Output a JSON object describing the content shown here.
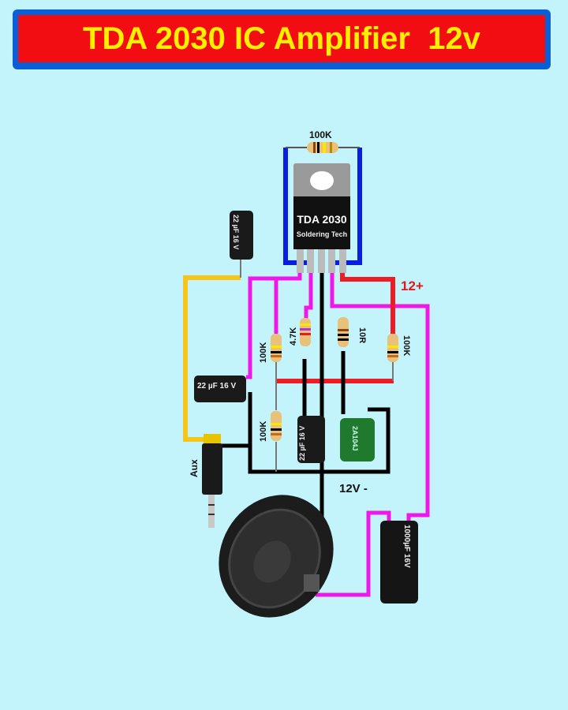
{
  "title": "TDA 2030 IC Amplifier  12v",
  "ic": {
    "name": "TDA 2030",
    "brand": "Soldering Tech"
  },
  "labels": {
    "feedback_resistor": "100K",
    "r_left_top": "100K",
    "r_47k": "4.7K",
    "r_10r": "10R",
    "r_right": "100K",
    "r_left_bottom": "100K",
    "plus": "12+",
    "minus": "12V -",
    "aux": "Aux",
    "cap_22uf": "22 µF 16 V",
    "cap_1000uf": "1000µF 16V",
    "ceramic": "2A104J"
  },
  "colors": {
    "background": "#c3f3fb",
    "banner": "#f20d12",
    "banner_border": "#0a5fd6",
    "title_text": "#ffef00",
    "wire_pink": "#f018e8",
    "wire_red": "#ef1c24",
    "wire_blue": "#0a1ee0",
    "wire_yellow": "#f7c51a",
    "wire_black": "#000000"
  }
}
